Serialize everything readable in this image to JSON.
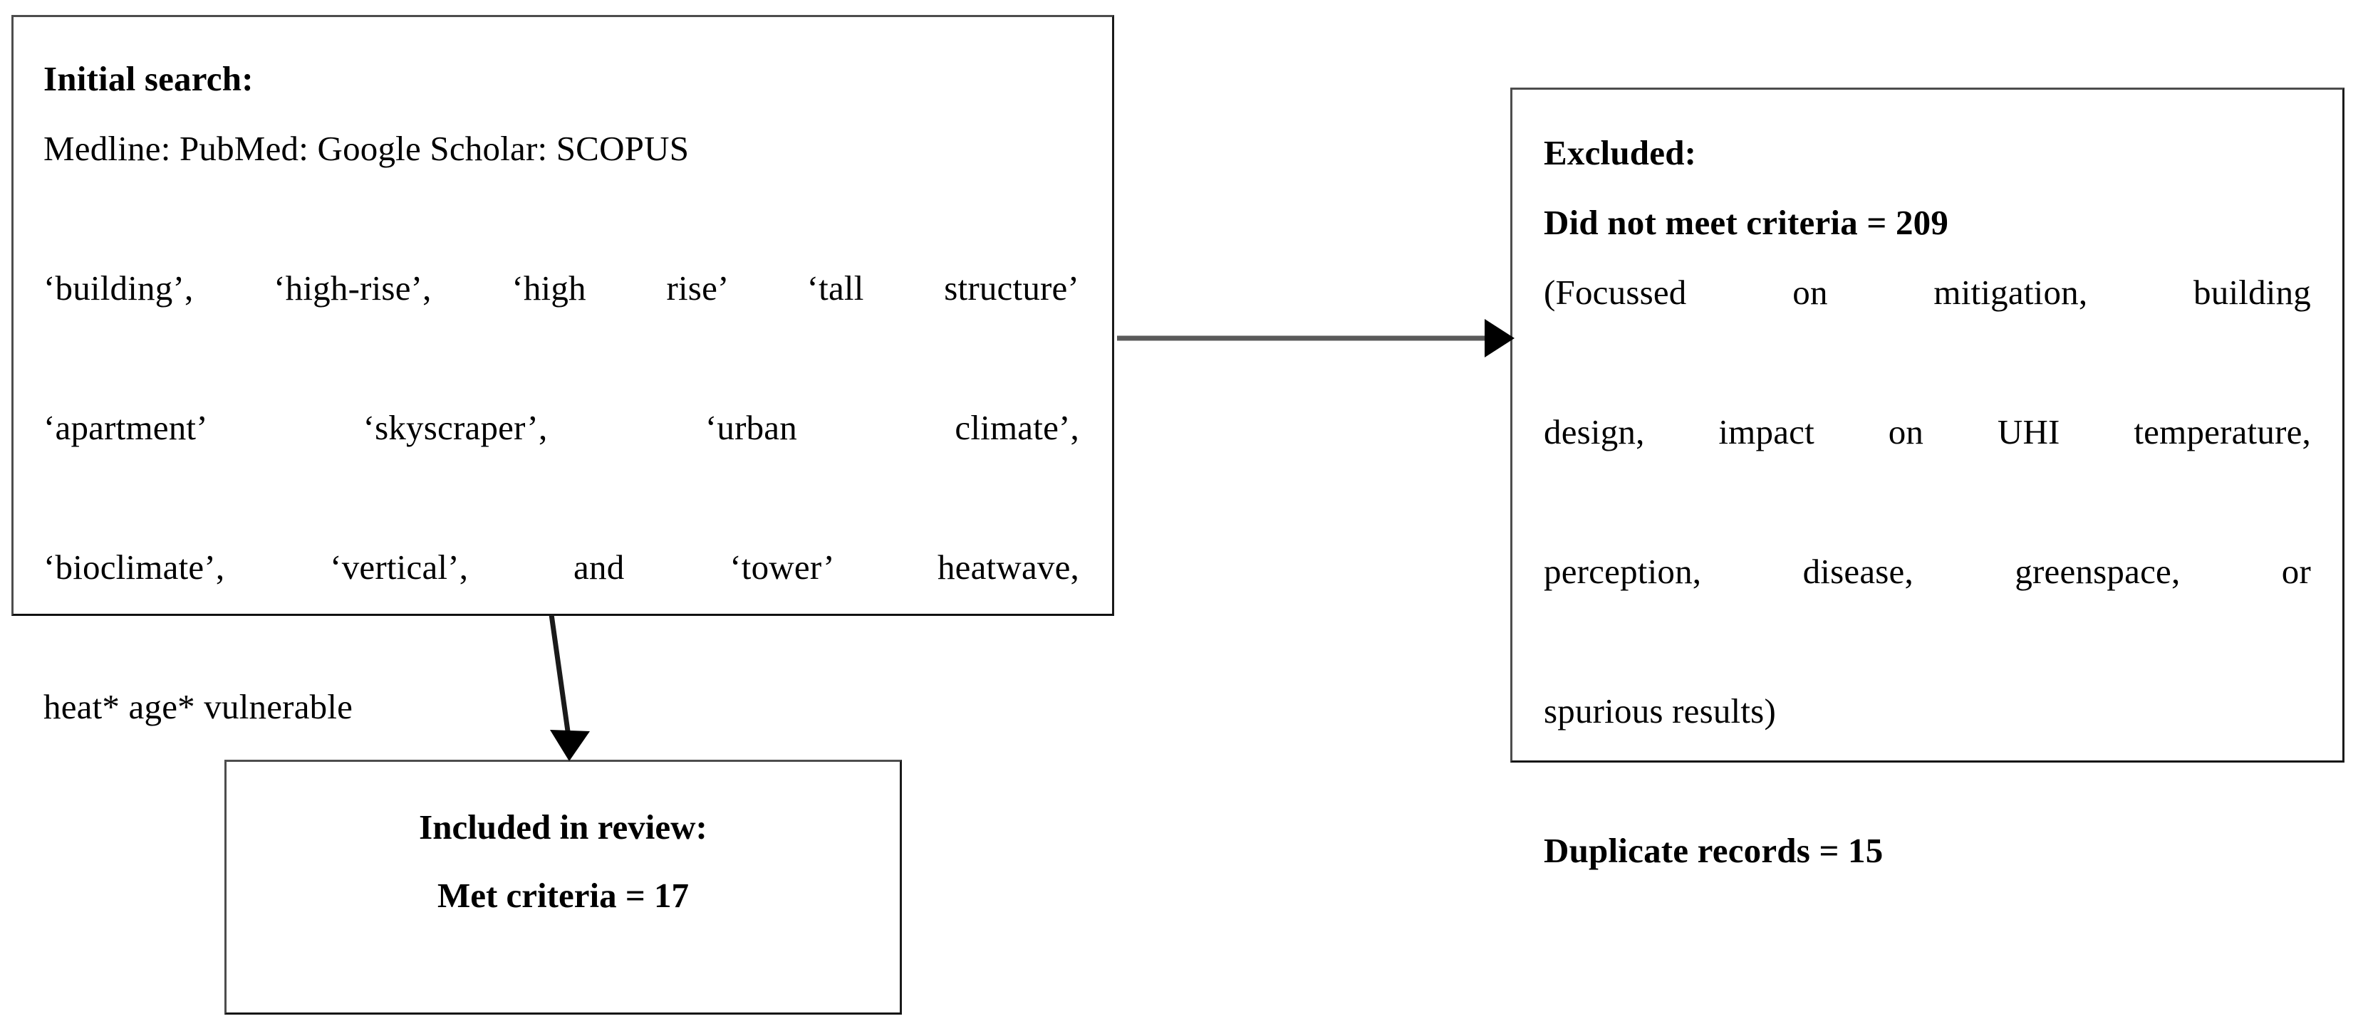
{
  "diagram": {
    "type": "prisma-flow-diagram",
    "boxes": {
      "initial_search": {
        "heading": "Initial search:",
        "databases": "Medline: PubMed: Google Scholar: SCOPUS",
        "search_terms_line_1": "‘building’, ‘high-rise’, ‘high rise’ ‘tall structure’",
        "search_terms_line_2": "‘apartment’ ‘skyscraper’, ‘urban climate’,",
        "search_terms_line_3": "‘bioclimate’, ‘vertical’, and ‘tower’ heatwave,",
        "search_terms_line_4": "heat* age* vulnerable"
      },
      "excluded": {
        "heading": "Excluded:",
        "did_not_meet_criteria": "Did not meet criteria = 209",
        "reasons_line_1": "(Focussed on mitigation, building",
        "reasons_line_2": "design, impact on UHI temperature,",
        "reasons_line_3": "perception, disease, greenspace, or",
        "reasons_line_4": "spurious results)",
        "duplicate_records": "Duplicate records = 15"
      },
      "included": {
        "heading": "Included in review:",
        "met_criteria": "Met criteria = 17"
      }
    },
    "connectors": {
      "initial_to_excluded": "arrow-right",
      "initial_to_included": "arrow-down"
    },
    "colors": {
      "border": "#4d4d4d",
      "text": "#000000",
      "background": "#ffffff",
      "connector": "#595959"
    }
  }
}
